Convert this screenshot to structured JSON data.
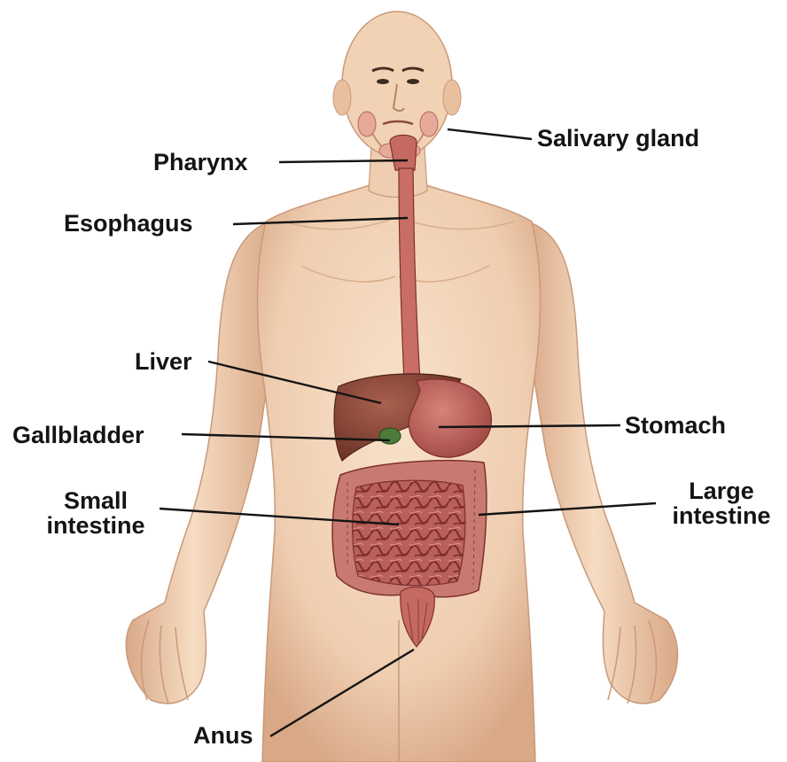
{
  "diagram": {
    "labels": {
      "salivary_gland": "Salivary gland",
      "pharynx": "Pharynx",
      "esophagus": "Esophagus",
      "liver": "Liver",
      "gallbladder": "Gallbladder",
      "stomach": "Stomach",
      "small_intestine": [
        "Small",
        "intestine"
      ],
      "large_intestine": [
        "Large",
        "intestine"
      ],
      "anus": "Anus"
    },
    "colors": {
      "skin": "#f2d2b4",
      "skin_shade": "#dcae8c",
      "organ": "#b4564e",
      "organ_dark": "#7f2f2c",
      "liver": "#8e4a3c",
      "gallbladder": "#4e7a3a",
      "leader_line": "#141414"
    }
  }
}
